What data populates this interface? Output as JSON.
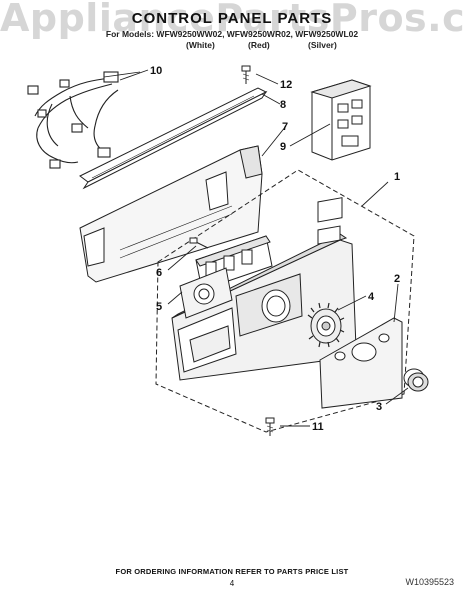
{
  "watermark": "AppliancePartsPros.com",
  "header": {
    "title": "CONTROL PANEL PARTS",
    "models": "For Models: WFW9250WW02, WFW9250WR02, WFW9250WL02",
    "variants": [
      "(White)",
      "(Red)",
      "(Silver)"
    ]
  },
  "callouts": [
    "1",
    "2",
    "3",
    "4",
    "5",
    "6",
    "7",
    "8",
    "9",
    "10",
    "11",
    "12"
  ],
  "footer": {
    "ordering_note": "FOR ORDERING INFORMATION REFER TO PARTS PRICE LIST",
    "page_number": "4",
    "document_number": "W10395523"
  },
  "colors": {
    "line": "#222222",
    "fill_panel": "#ececec",
    "watermark": "#d6d6d6"
  }
}
